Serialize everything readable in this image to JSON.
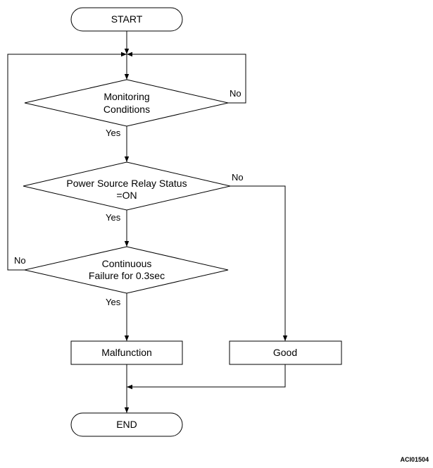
{
  "nodes": {
    "start": "START",
    "monitoring": [
      "Monitoring",
      "Conditions"
    ],
    "relay": [
      "Power Source Relay Status",
      "=ON"
    ],
    "continuous": [
      "Continuous",
      "Failure for 0.3sec"
    ],
    "malfunction": "Malfunction",
    "good": "Good",
    "end": "END"
  },
  "branches": {
    "monitoring_no": "No",
    "monitoring_yes": "Yes",
    "relay_no": "No",
    "relay_yes": "Yes",
    "continuous_no": "No",
    "continuous_yes": "Yes"
  },
  "figure_code": "ACI01504"
}
